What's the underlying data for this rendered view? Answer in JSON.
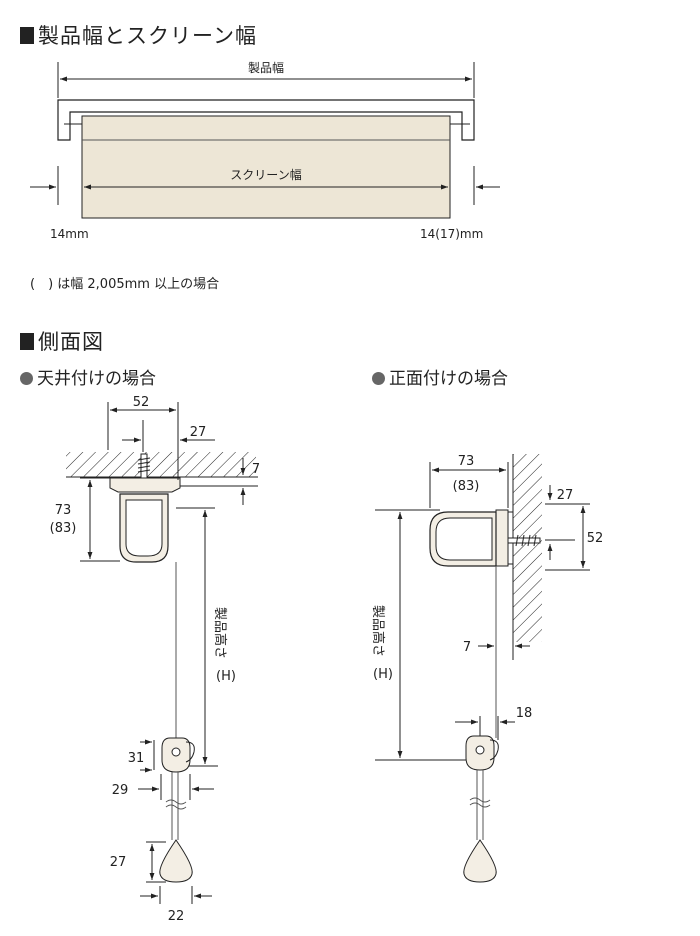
{
  "section1": {
    "title": "製品幅とスクリーン幅",
    "product_width_label": "製品幅",
    "screen_width_label": "スクリーン幅",
    "left_offset": "14mm",
    "right_offset": "14(17)mm",
    "note": "(　) は幅 2,005mm 以上の場合"
  },
  "section2": {
    "title": "側面図",
    "ceiling": {
      "title": "天井付けの場合",
      "dim_width": "52",
      "dim_27": "27",
      "dim_7": "7",
      "dim_height": "73",
      "dim_height_alt": "(83)",
      "product_height_label": "製品高さ",
      "product_height_code": "(H)",
      "dim_31": "31",
      "dim_29": "29",
      "dim_27b": "27",
      "dim_22": "22"
    },
    "front": {
      "title": "正面付けの場合",
      "dim_73": "73",
      "dim_73_alt": "(83)",
      "dim_27": "27",
      "dim_52": "52",
      "product_height_label": "製品高さ",
      "product_height_code": "(H)",
      "dim_7": "7",
      "dim_18": "18"
    }
  },
  "colors": {
    "fabric": "#ede6d6",
    "line": "#222222",
    "cream": "#f3eee4"
  }
}
